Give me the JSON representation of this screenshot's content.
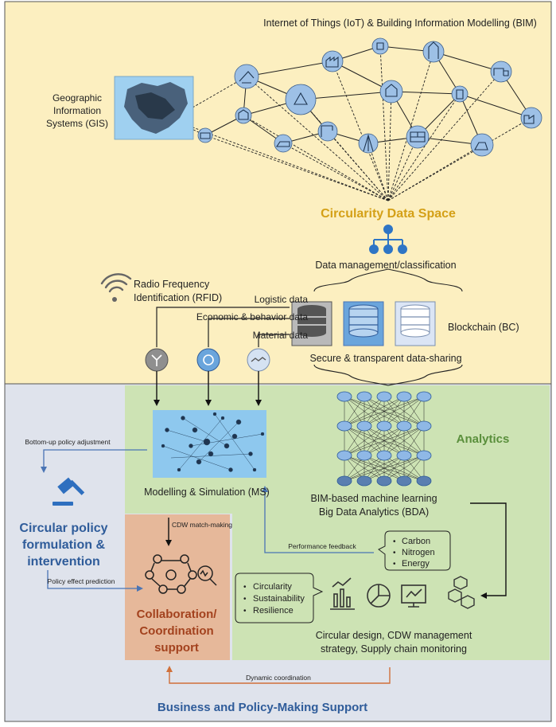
{
  "top": {
    "iot_title": "Internet of Things (IoT) & Building Information Modelling (BIM)",
    "gis_label": [
      "Geographic",
      "Information",
      "Systems (GIS)"
    ],
    "data_space_title": "Circularity Data Space",
    "data_management": "Data management/classification",
    "rfid_label": [
      "Radio Frequency",
      "Identification (RFID)"
    ],
    "logistic_data": "Logistic data",
    "economic_data": "Economic & behavior data",
    "material_data": "Material data",
    "blockchain": "Blockchain (BC)",
    "secure_sharing": "Secure & transparent data-sharing"
  },
  "bottom": {
    "analytics_title": "Analytics",
    "bottom_up": "Bottom-up policy adjustment",
    "ms_label": "Modelling & Simulation (MS)",
    "bda_label": [
      "BIM-based machine learning",
      "Big Data Analytics (BDA)"
    ],
    "cdw_matchmaking": "CDW match-making",
    "policy_title": [
      "Circular policy",
      "formulation &",
      "intervention"
    ],
    "performance_feedback": "Performance feedback",
    "feedback_items": [
      "Carbon",
      "Nitrogen",
      "Energy"
    ],
    "circularity_items": [
      "Circularity",
      "Sustainability",
      "Resilience"
    ],
    "policy_effect": "Policy effect prediction",
    "collab_title": [
      "Collaboration/",
      "Coordination",
      "support"
    ],
    "outcome_label": [
      "Circular design, CDW management",
      "strategy, Supply chain monitoring"
    ],
    "dynamic_coordination": "Dynamic coordination",
    "footer_title": "Business and Policy-Making Support"
  },
  "colors": {
    "top_bg": "#fcefc0",
    "bottom_bg": "#dfe3ec",
    "analytics_bg": "#cde3b4",
    "collab_bg": "#e6b89a",
    "gold_title": "#d4a017",
    "blue_title": "#2f5c9a",
    "green_title": "#5a8f3c",
    "collab_title": "#a3421e",
    "node_blue": "#9dc0e6",
    "arrow_blue": "#4a74b4",
    "arrow_orange": "#d0703a"
  }
}
